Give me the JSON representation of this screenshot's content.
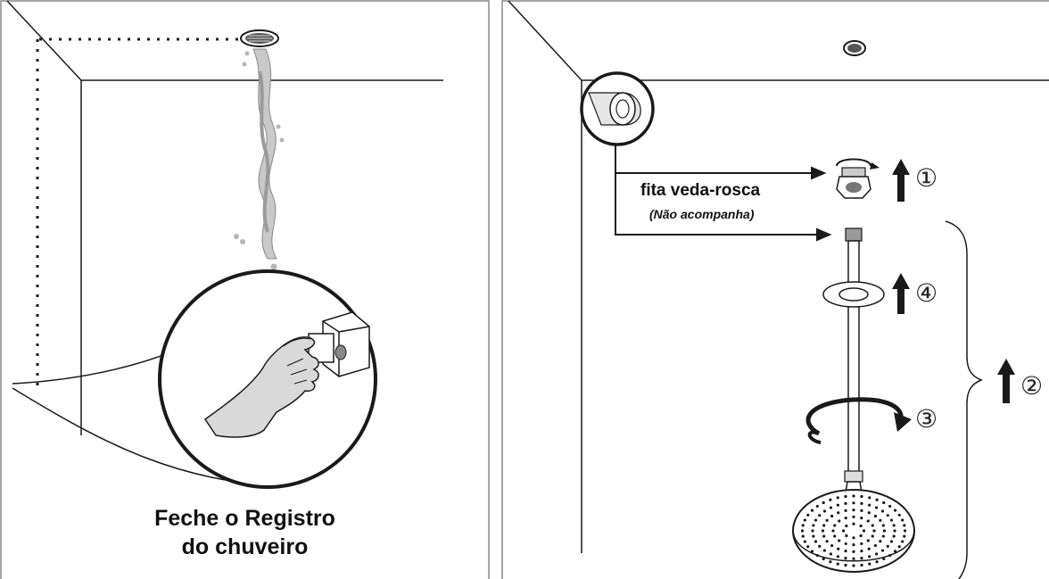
{
  "left_panel": {
    "caption_line1": "Feche o Registro",
    "caption_line2": "do chuveiro",
    "icons": [
      "ceiling-outlet-icon",
      "water-leak-icon",
      "hand-closing-valve-icon"
    ]
  },
  "right_panel": {
    "tape_label": "fita veda-rosca",
    "tape_note": "(Não acompanha)",
    "steps": [
      "①",
      "②",
      "③",
      "④"
    ],
    "icons": [
      "ceiling-outlet-icon",
      "thread-tape-icon",
      "adapter-nut-icon",
      "flange-icon",
      "shower-head-icon",
      "rotate-arrow-icon",
      "up-arrow-icon"
    ]
  },
  "colors": {
    "line": "#1a1a1a",
    "water": "#b5b5b5",
    "skin": "#d9d9d9"
  }
}
